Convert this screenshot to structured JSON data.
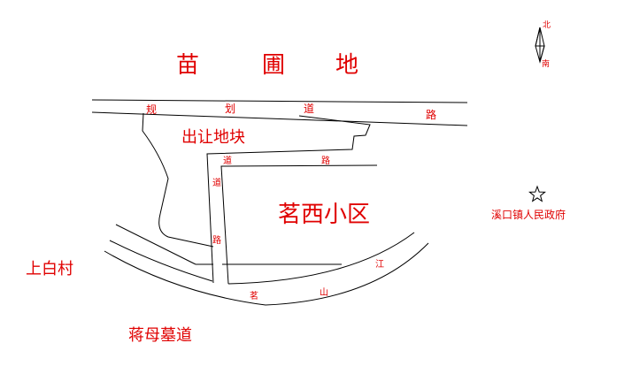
{
  "colors": {
    "label": "#e00000",
    "line": "#000000",
    "star": "#e00000"
  },
  "icons": {
    "north_arrow": "north-arrow-icon",
    "government": "star-icon"
  },
  "labels": {
    "nursery_1": "苗",
    "nursery_2": "圃",
    "nursery_3": "地",
    "planned_road_1": "规",
    "planned_road_2": "划",
    "planned_road_3": "道",
    "planned_road_4": "路",
    "land_parcel": "出让地块",
    "road_h_1": "道",
    "road_h_2": "路",
    "road_v_1": "道",
    "road_v_2": "路",
    "community": "茗西小区",
    "government": "溪口镇人民政府",
    "village": "上白村",
    "river_1": "茗",
    "river_2": "山",
    "river_3": "江",
    "tomb_road": "蒋母墓道",
    "north": "北",
    "south": "南"
  }
}
